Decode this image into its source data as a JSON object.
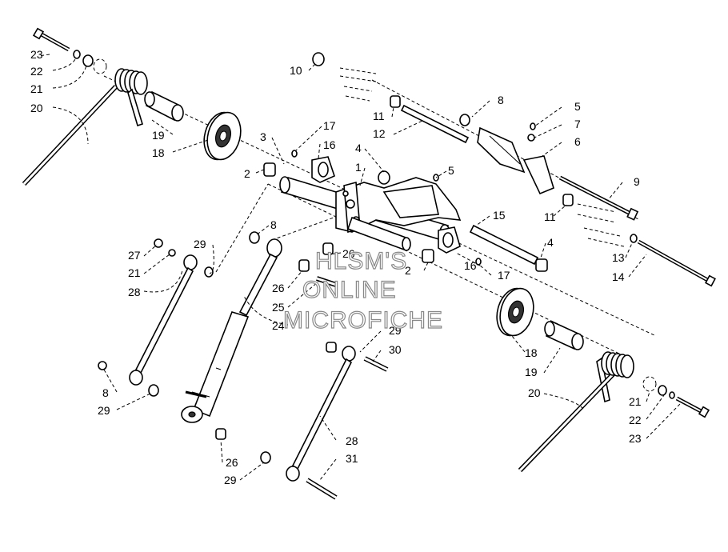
{
  "watermark": {
    "line1": "HLSM'S",
    "line2": "ONLINE",
    "line3": "MICROFICHE"
  },
  "callouts": [
    {
      "id": "c23a",
      "text": "23"
    },
    {
      "id": "c22a",
      "text": "22"
    },
    {
      "id": "c21a",
      "text": "21"
    },
    {
      "id": "c20a",
      "text": "20"
    },
    {
      "id": "c19a",
      "text": "19"
    },
    {
      "id": "c18a",
      "text": "18"
    },
    {
      "id": "c3",
      "text": "3"
    },
    {
      "id": "c2a",
      "text": "2"
    },
    {
      "id": "c17a",
      "text": "17"
    },
    {
      "id": "c16a",
      "text": "16"
    },
    {
      "id": "c4a",
      "text": "4"
    },
    {
      "id": "c1",
      "text": "1"
    },
    {
      "id": "c5a",
      "text": "5"
    },
    {
      "id": "c10",
      "text": "10"
    },
    {
      "id": "c11a",
      "text": "11"
    },
    {
      "id": "c12",
      "text": "12"
    },
    {
      "id": "c8a",
      "text": "8"
    },
    {
      "id": "c5b",
      "text": "5"
    },
    {
      "id": "c7",
      "text": "7"
    },
    {
      "id": "c6",
      "text": "6"
    },
    {
      "id": "c9",
      "text": "9"
    },
    {
      "id": "c11b",
      "text": "11"
    },
    {
      "id": "c15",
      "text": "15"
    },
    {
      "id": "c4b",
      "text": "4"
    },
    {
      "id": "c13",
      "text": "13"
    },
    {
      "id": "c14",
      "text": "14"
    },
    {
      "id": "c16b",
      "text": "16"
    },
    {
      "id": "c17b",
      "text": "17"
    },
    {
      "id": "c2b",
      "text": "2"
    },
    {
      "id": "c26a",
      "text": "26"
    },
    {
      "id": "c8b",
      "text": "8"
    },
    {
      "id": "c29a",
      "text": "29"
    },
    {
      "id": "c27",
      "text": "27"
    },
    {
      "id": "c21b",
      "text": "21"
    },
    {
      "id": "c28a",
      "text": "28"
    },
    {
      "id": "c26b",
      "text": "26"
    },
    {
      "id": "c25",
      "text": "25"
    },
    {
      "id": "c24",
      "text": "24"
    },
    {
      "id": "c29b",
      "text": "29"
    },
    {
      "id": "c30",
      "text": "30"
    },
    {
      "id": "c8c",
      "text": "8"
    },
    {
      "id": "c29c",
      "text": "29"
    },
    {
      "id": "c18b",
      "text": "18"
    },
    {
      "id": "c19b",
      "text": "19"
    },
    {
      "id": "c20b",
      "text": "20"
    },
    {
      "id": "c21c",
      "text": "21"
    },
    {
      "id": "c22b",
      "text": "22"
    },
    {
      "id": "c23b",
      "text": "23"
    },
    {
      "id": "c28b",
      "text": "28"
    },
    {
      "id": "c31",
      "text": "31"
    },
    {
      "id": "c26c",
      "text": "26"
    },
    {
      "id": "c29d",
      "text": "29"
    }
  ]
}
